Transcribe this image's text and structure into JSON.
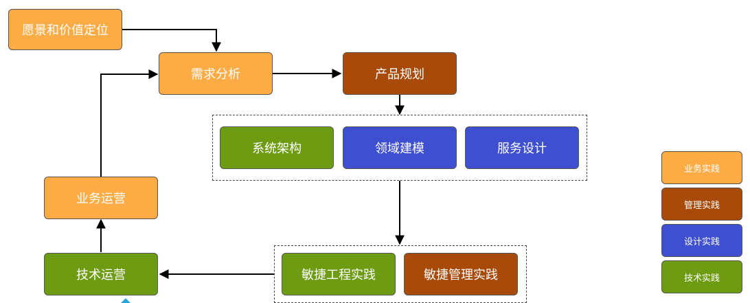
{
  "colors": {
    "business": "#fcab45",
    "management": "#a84a0a",
    "design": "#3e4fd0",
    "tech": "#6d9b12",
    "edge": "#000000"
  },
  "nodes": {
    "vision": "愿景和价值定位",
    "requirements": "需求分析",
    "product_planning": "产品规划",
    "system_architecture": "系统架构",
    "domain_modeling": "领域建模",
    "service_design": "服务设计",
    "business_ops": "业务运营",
    "tech_ops": "技术运营",
    "agile_engineering": "敏捷工程实践",
    "agile_management": "敏捷管理实践"
  },
  "legend": {
    "business": "业务实践",
    "management": "管理实践",
    "design": "设计实践",
    "tech": "技术实践"
  }
}
